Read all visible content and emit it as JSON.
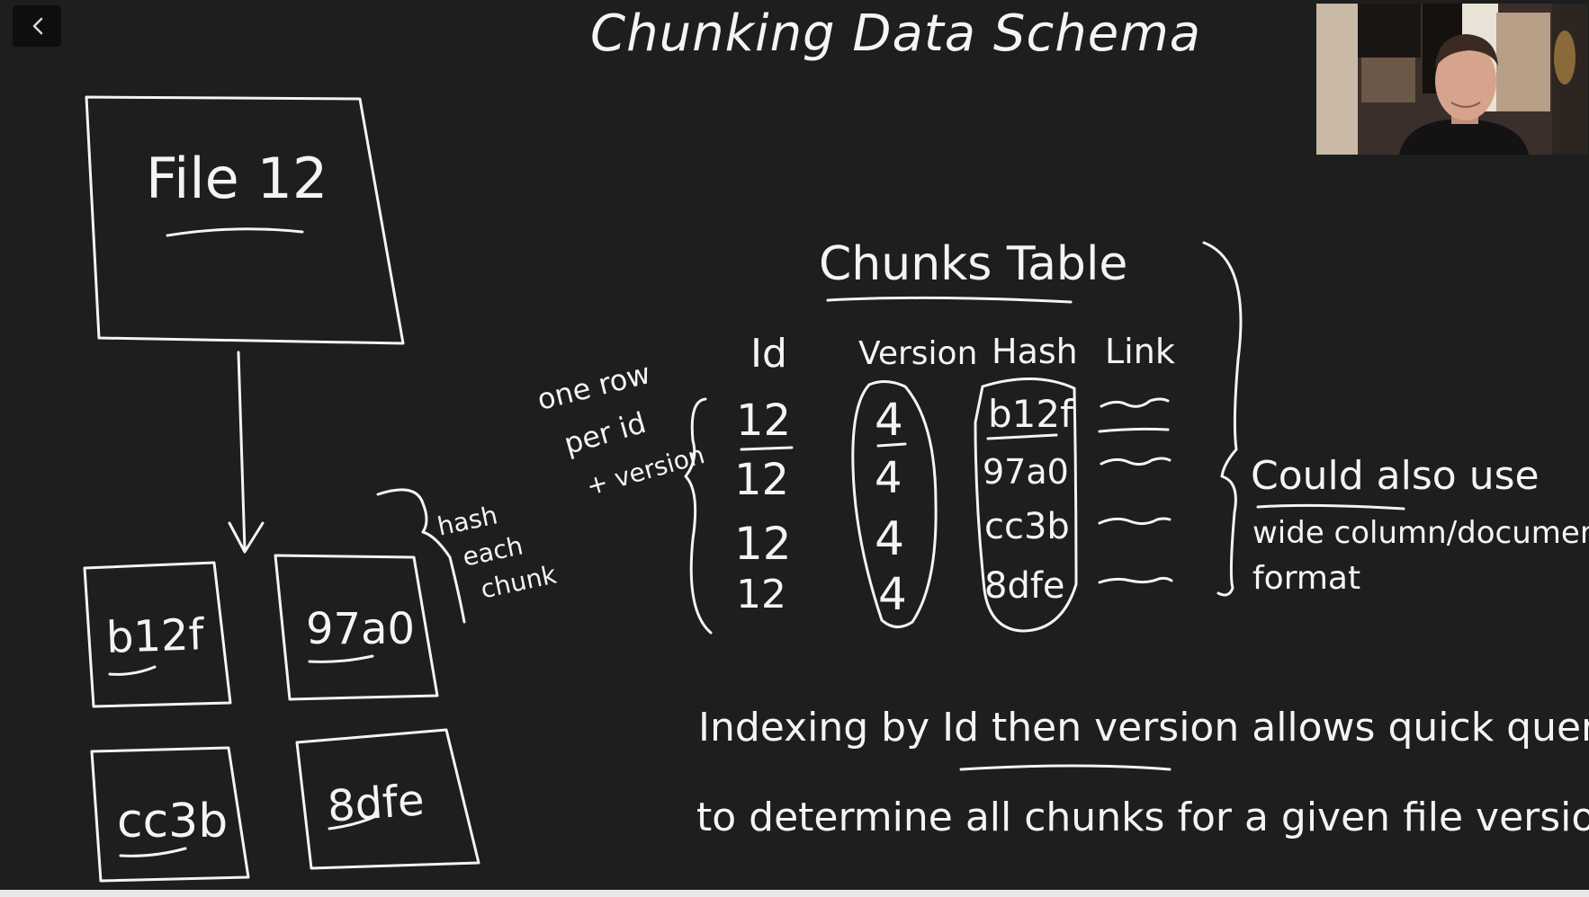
{
  "title": "Chunking Data Schema",
  "file_box": {
    "label": "File 12"
  },
  "chunks": [
    {
      "hash": "b12f"
    },
    {
      "hash": "97a0"
    },
    {
      "hash": "cc3b"
    },
    {
      "hash": "8dfe"
    }
  ],
  "hash_note": [
    "hash",
    "each",
    "chunk"
  ],
  "row_note": [
    "one row",
    "per id",
    "+ version"
  ],
  "chunks_table": {
    "title": "Chunks Table",
    "columns": [
      "Id",
      "Version",
      "Hash",
      "Link"
    ],
    "rows": [
      {
        "id": "12",
        "version": "4",
        "hash": "b12f"
      },
      {
        "id": "12",
        "version": "4",
        "hash": "97a0"
      },
      {
        "id": "12",
        "version": "4",
        "hash": "cc3b"
      },
      {
        "id": "12",
        "version": "4",
        "hash": "8dfe"
      }
    ]
  },
  "side_note": [
    "Could also use",
    "wide column/document",
    "format"
  ],
  "index_note": [
    "Indexing by Id then version allows quick queries",
    "to determine all chunks for a given file version!"
  ],
  "colors": {
    "board": "#1e1e1e",
    "ink": "#f4f4f4"
  },
  "icons": {
    "back": "chevron-left-icon"
  }
}
